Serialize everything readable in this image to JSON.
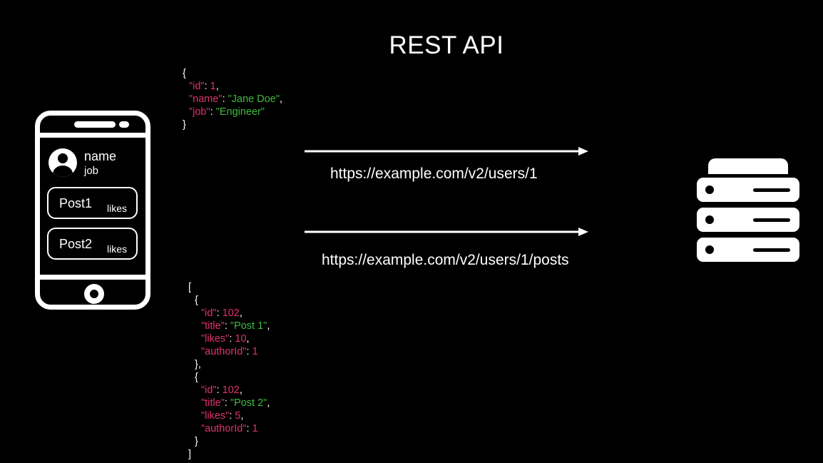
{
  "title": "REST API",
  "phone": {
    "name": "name",
    "job": "job",
    "posts": [
      {
        "title": "Post1",
        "likes": "likes"
      },
      {
        "title": "Post2",
        "likes": "likes"
      }
    ]
  },
  "requests": [
    {
      "url": "https://example.com/v2/users/1"
    },
    {
      "url": "https://example.com/v2/users/1/posts"
    }
  ],
  "user_json": {
    "open": "{",
    "close": "}",
    "fields": [
      {
        "key": "\"id\"",
        "sep": ": ",
        "value": "1",
        "tail": ",",
        "type": "num"
      },
      {
        "key": "\"name\"",
        "sep": ": ",
        "value": "\"Jane Doe\"",
        "tail": ",",
        "type": "str"
      },
      {
        "key": "\"job\"",
        "sep": ": ",
        "value": "\"Engineer\"",
        "tail": "",
        "type": "str"
      }
    ]
  },
  "posts_json": {
    "open": "[",
    "close": "]",
    "items": [
      {
        "open": "{",
        "close": "},",
        "fields": [
          {
            "key": "\"id\"",
            "sep": ": ",
            "value": "102",
            "tail": ",",
            "type": "num"
          },
          {
            "key": "\"title\"",
            "sep": ": ",
            "value": "\"Post 1\"",
            "tail": ",",
            "type": "str"
          },
          {
            "key": "\"likes\"",
            "sep": ": ",
            "value": "10",
            "tail": ",",
            "type": "num"
          },
          {
            "key": "\"authorId\"",
            "sep": ": ",
            "value": "1",
            "tail": "",
            "type": "num"
          }
        ]
      },
      {
        "open": "{",
        "close": "}",
        "fields": [
          {
            "key": "\"id\"",
            "sep": ": ",
            "value": "102",
            "tail": ",",
            "type": "num"
          },
          {
            "key": "\"title\"",
            "sep": ": ",
            "value": "\"Post 2\"",
            "tail": ",",
            "type": "str"
          },
          {
            "key": "\"likes\"",
            "sep": ": ",
            "value": "5",
            "tail": ",",
            "type": "num"
          },
          {
            "key": "\"authorId\"",
            "sep": ": ",
            "value": "1",
            "tail": "",
            "type": "num"
          }
        ]
      }
    ]
  },
  "colors": {
    "key": "#e0336a",
    "string": "#3fba3f",
    "background": "#000000",
    "foreground": "#ffffff"
  },
  "icons": {
    "client": "smartphone-icon",
    "server": "server-stack-icon"
  }
}
